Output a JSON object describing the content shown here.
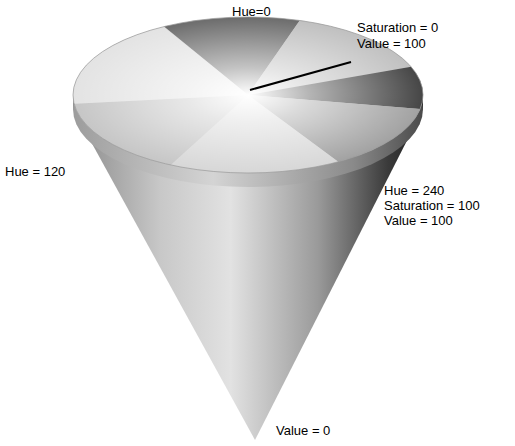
{
  "diagram": {
    "labels": [
      "Hue=0",
      "Saturation = 0",
      "Value = 100",
      "Hue = 120",
      "Hue = 240",
      "Saturation = 100",
      "Value = 100",
      "Value = 0"
    ]
  }
}
